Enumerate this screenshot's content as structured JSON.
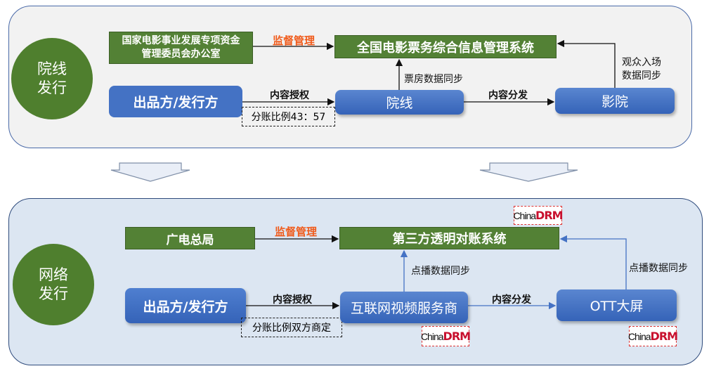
{
  "top": {
    "circle": [
      "院线",
      "发行"
    ],
    "regulator": [
      "国家电影事业发展专项资金",
      "管理委员会办公室"
    ],
    "supervise": "监督管理",
    "system": "全国电影票务综合信息管理系统",
    "producer": "出品方/发行方",
    "license": "内容授权",
    "split": "分账比例43：57",
    "cinema_chain": "院线",
    "box_office_sync": "票房数据同步",
    "distribute": "内容分发",
    "cinema": "影院",
    "audience_sync": [
      "观众入场",
      "数据同步"
    ]
  },
  "bottom": {
    "circle": [
      "网络",
      "发行"
    ],
    "regulator": "广电总局",
    "supervise": "监督管理",
    "system": "第三方透明对账系统",
    "producer": "出品方/发行方",
    "license": "内容授权",
    "split": "分账比例双方商定",
    "platform": "互联网视频服务商",
    "vod_sync_left": "点播数据同步",
    "distribute": "内容分发",
    "ott": "OTT大屏",
    "vod_sync_right": "点播数据同步",
    "logo": {
      "china": "China",
      "drm": "DRM"
    }
  }
}
